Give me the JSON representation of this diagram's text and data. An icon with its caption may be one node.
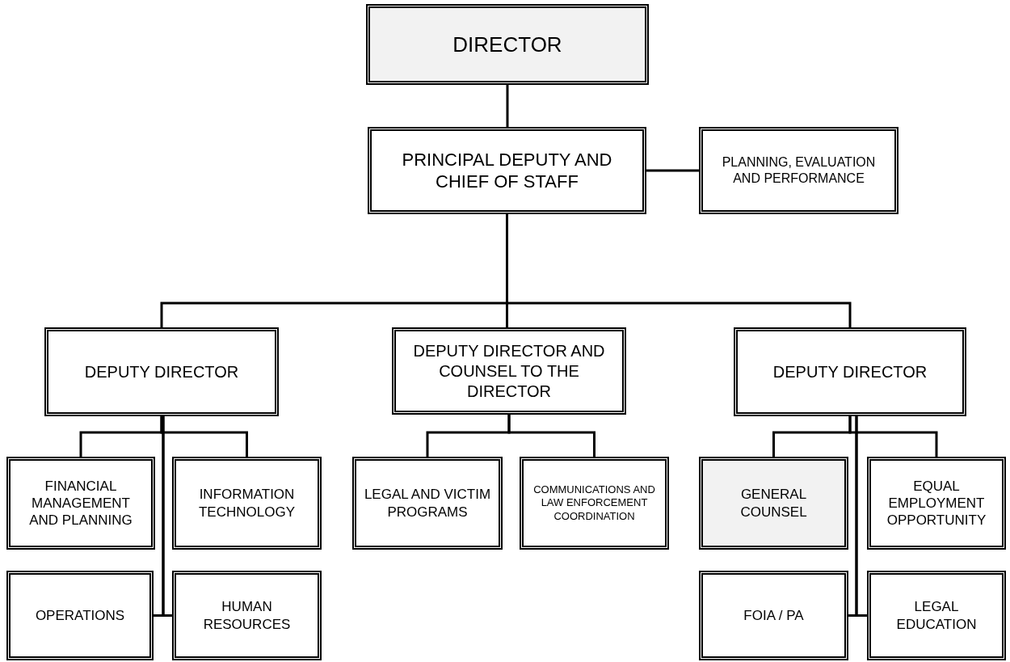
{
  "diagram": {
    "nodes": [
      {
        "text": [
          "DIRECTOR"
        ]
      },
      {
        "text": [
          "PRINCIPAL DEPUTY AND CHIEF OF STAFF"
        ]
      },
      {
        "text": [
          "PLANNING, EVALUATION AND PERFORMANCE"
        ]
      },
      {
        "text": [
          "DEPUTY DIRECTOR"
        ]
      },
      {
        "text": [
          "DEPUTY DIRECTOR AND COUNSEL TO THE DIRECTOR"
        ]
      },
      {
        "text": [
          "DEPUTY DIRECTOR"
        ]
      },
      {
        "text": [
          "FINANCIAL MANAGEMENT AND PLANNING"
        ]
      },
      {
        "text": [
          "INFORMATION TECHNOLOGY"
        ]
      },
      {
        "text": [
          "OPERATIONS"
        ]
      },
      {
        "text": [
          "HUMAN RESOURCES"
        ]
      },
      {
        "text": [
          "LEGAL AND VICTIM PROGRAMS"
        ]
      },
      {
        "text": [
          "COMMUNICATIONS AND LAW ENFORCEMENT COORDINATION"
        ]
      },
      {
        "text": [
          "GENERAL COUNSEL"
        ]
      },
      {
        "text": [
          "EQUAL EMPLOYMENT OPPORTUNITY"
        ]
      },
      {
        "text": [
          "FOIA / PA"
        ]
      },
      {
        "text": [
          "LEGAL EDUCATION"
        ]
      }
    ],
    "edges": [
      {
        "from": 0,
        "to": 1,
        "arrow": "none"
      },
      {
        "from": 1,
        "to": 2,
        "arrow": "none"
      },
      {
        "from": 1,
        "to": 3,
        "arrow": "none"
      },
      {
        "from": 1,
        "to": 4,
        "arrow": "none"
      },
      {
        "from": 1,
        "to": 5,
        "arrow": "none"
      },
      {
        "from": 3,
        "to": 6,
        "arrow": "none"
      },
      {
        "from": 3,
        "to": 7,
        "arrow": "none"
      },
      {
        "from": 3,
        "to": 8,
        "arrow": "none"
      },
      {
        "from": 3,
        "to": 9,
        "arrow": "none"
      },
      {
        "from": 4,
        "to": 10,
        "arrow": "none"
      },
      {
        "from": 4,
        "to": 11,
        "arrow": "none"
      },
      {
        "from": 5,
        "to": 12,
        "arrow": "none"
      },
      {
        "from": 5,
        "to": 13,
        "arrow": "none"
      },
      {
        "from": 5,
        "to": 14,
        "arrow": "none"
      },
      {
        "from": 5,
        "to": 15,
        "arrow": "none"
      }
    ]
  }
}
